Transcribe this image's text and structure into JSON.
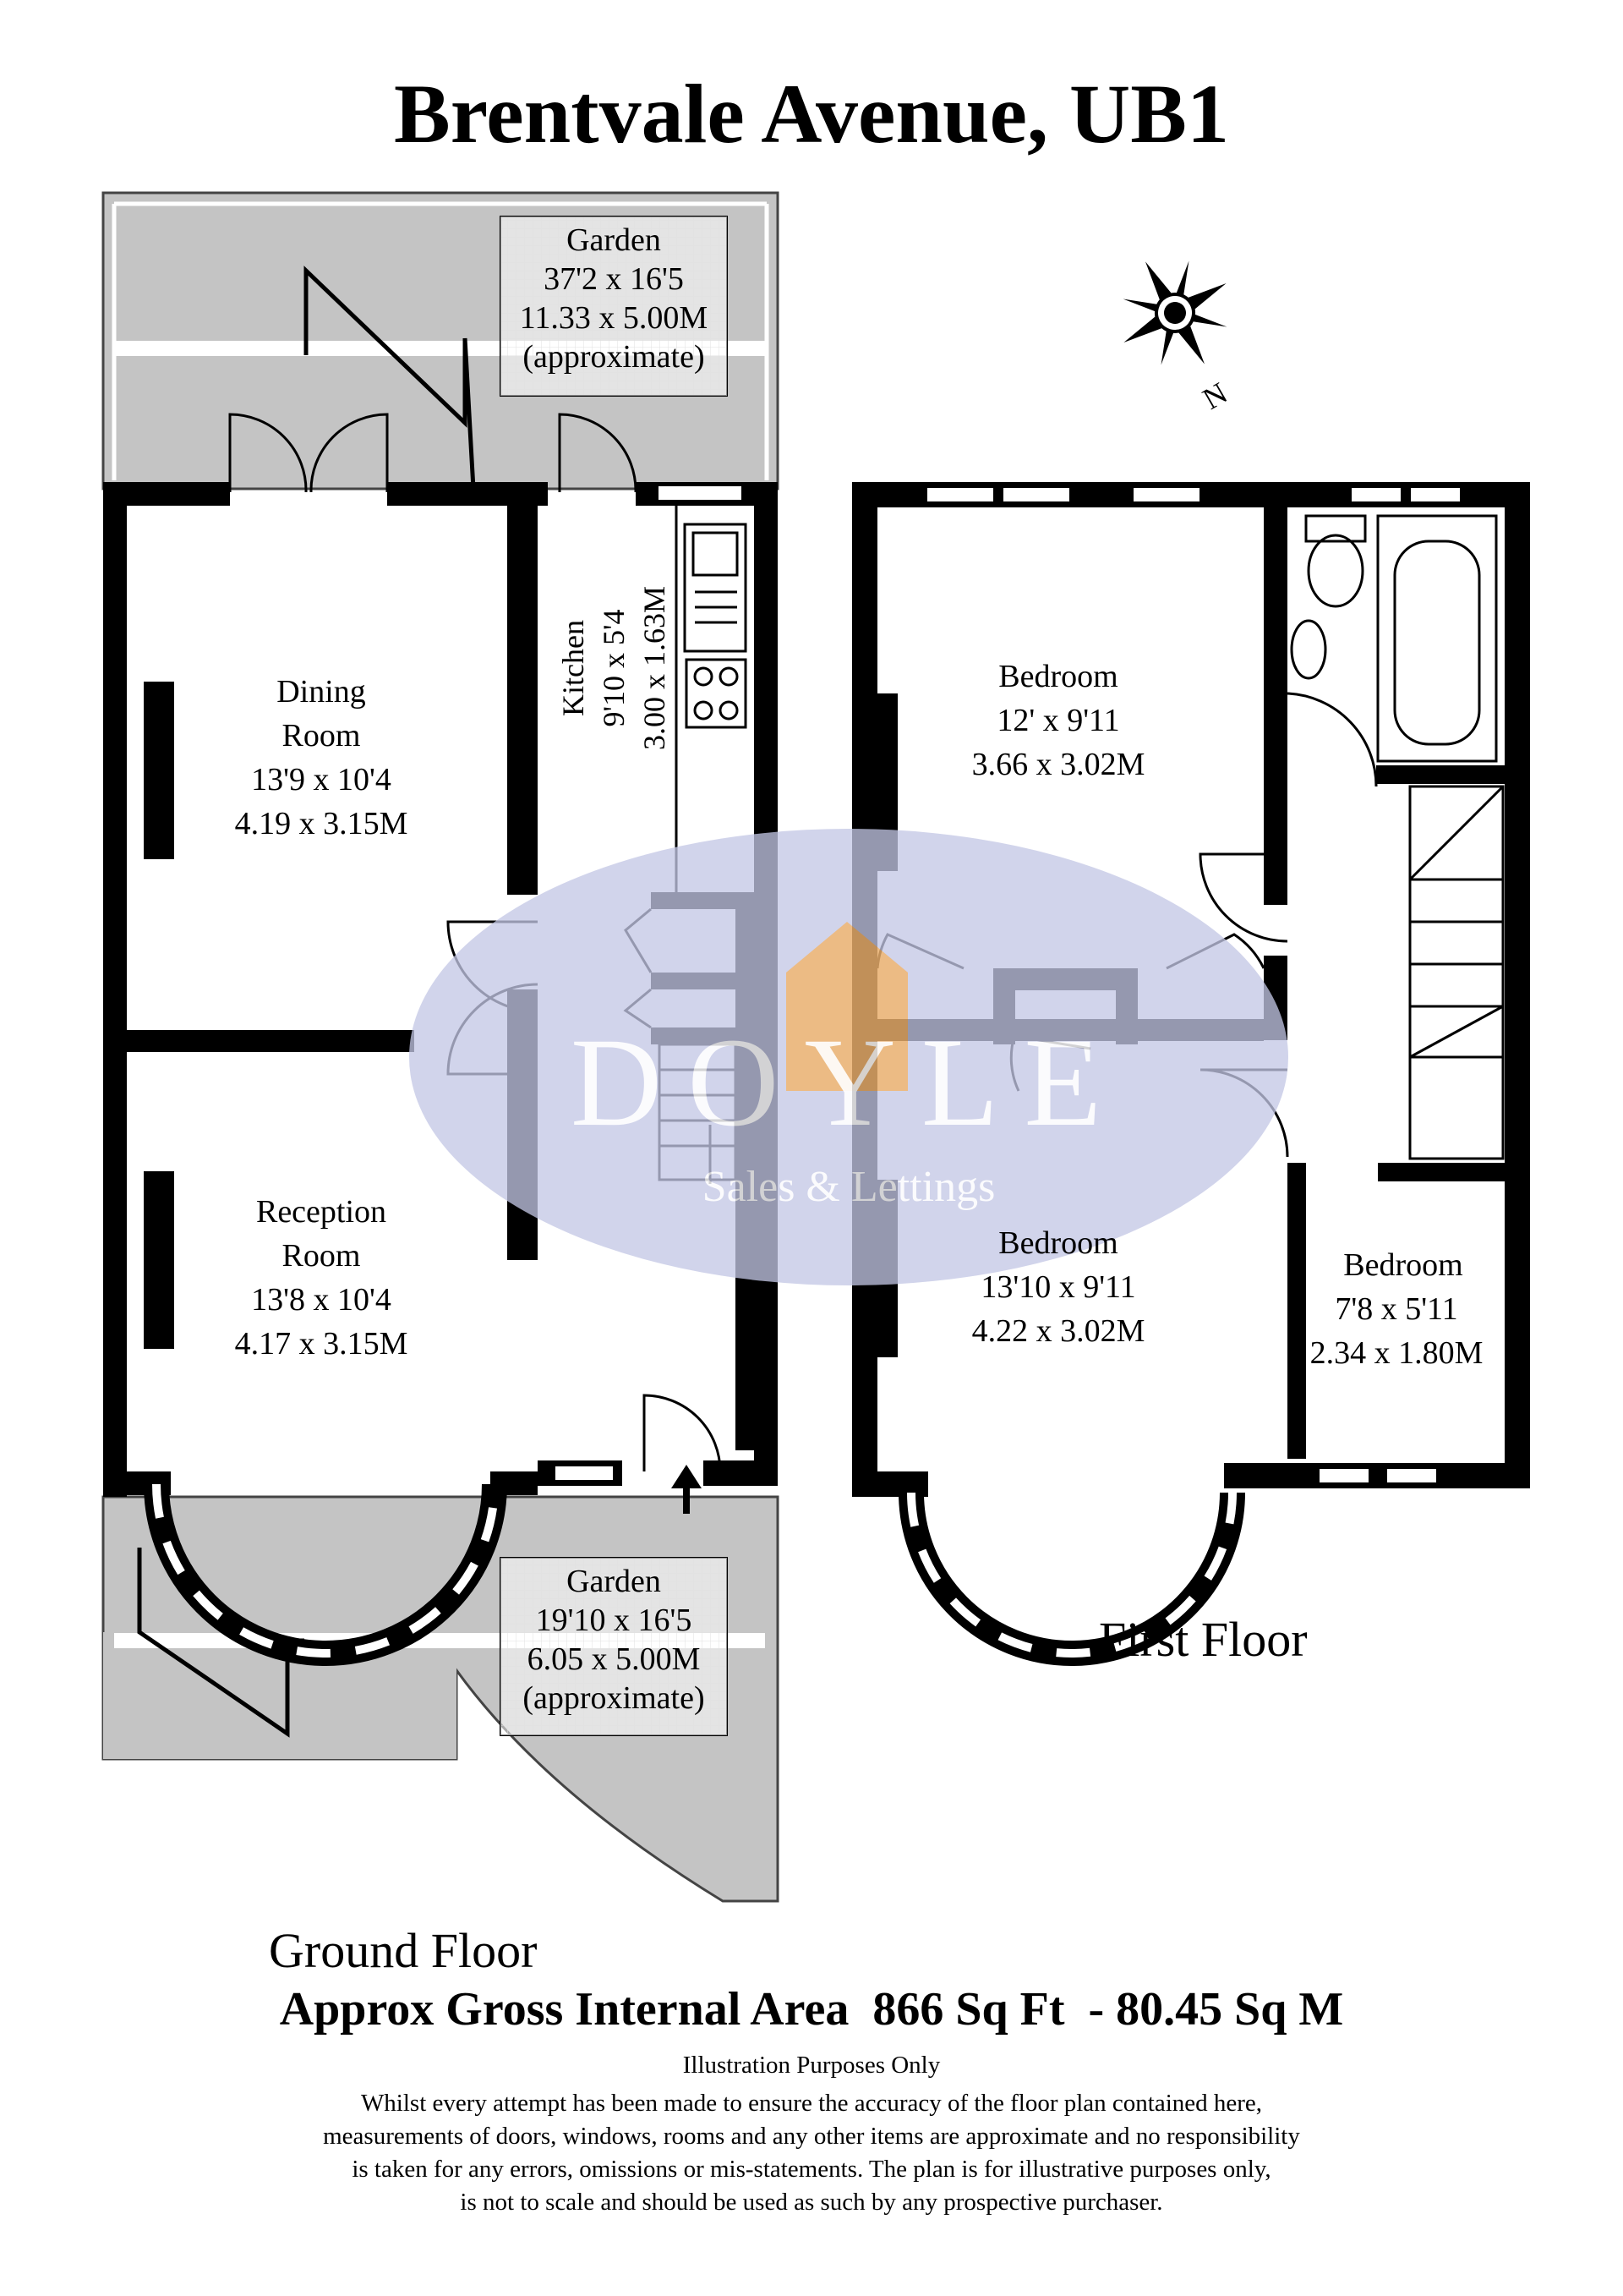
{
  "title": "Brentvale Avenue, UB1",
  "ground_floor": {
    "label": "Ground Floor",
    "rooms": [
      {
        "name_lines": [
          "Dining",
          "Room"
        ],
        "imperial": "13'9 x 10'4",
        "metric": "4.19 x 3.15M"
      },
      {
        "name_lines": [
          "Reception",
          "Room"
        ],
        "imperial": "13'8 x 10'4",
        "metric": "4.17 x 3.15M"
      },
      {
        "name_lines": [
          "Kitchen"
        ],
        "imperial": "9'10 x 5'4",
        "metric": "3.00 x 1.63M"
      }
    ],
    "gardens": [
      {
        "name": "Garden",
        "imperial": "37'2 x 16'5",
        "metric": "11.33 x 5.00M",
        "note": "(approximate)"
      },
      {
        "name": "Garden",
        "imperial": "19'10 x 16'5",
        "metric": "6.05 x 5.00M",
        "note": "(approximate)"
      }
    ]
  },
  "first_floor": {
    "label": "First Floor",
    "rooms": [
      {
        "name_lines": [
          "Bedroom"
        ],
        "imperial": "12' x 9'11",
        "metric": "3.66 x 3.02M"
      },
      {
        "name_lines": [
          "Bedroom"
        ],
        "imperial": "13'10 x 9'11",
        "metric": "4.22 x 3.02M"
      },
      {
        "name_lines": [
          "Bedroom"
        ],
        "imperial": "7'8 x 5'11",
        "metric": "2.34 x 1.80M"
      }
    ]
  },
  "compass_label": "N",
  "watermark": {
    "brand": "DOYLE",
    "tagline": "Sales & Lettings"
  },
  "area": "Approx Gross Internal Area  866 Sq Ft  - 80.45 Sq M",
  "illustration_note": "Illustration Purposes Only",
  "disclaimer_lines": [
    "Whilst every attempt has been made to ensure the accuracy of the floor plan contained here,",
    "measurements of doors, windows, rooms and any other items are approximate and no responsibility",
    "is taken for any errors, omissions or mis-statements. The plan is for illustrative purposes only,",
    "is not to scale and should be used as such by any prospective purchaser."
  ],
  "colors": {
    "wall": "#000000",
    "garden": "#c4c4c4",
    "watermark_oval": "#c3c7e4",
    "watermark_accent": "#f0a850"
  }
}
